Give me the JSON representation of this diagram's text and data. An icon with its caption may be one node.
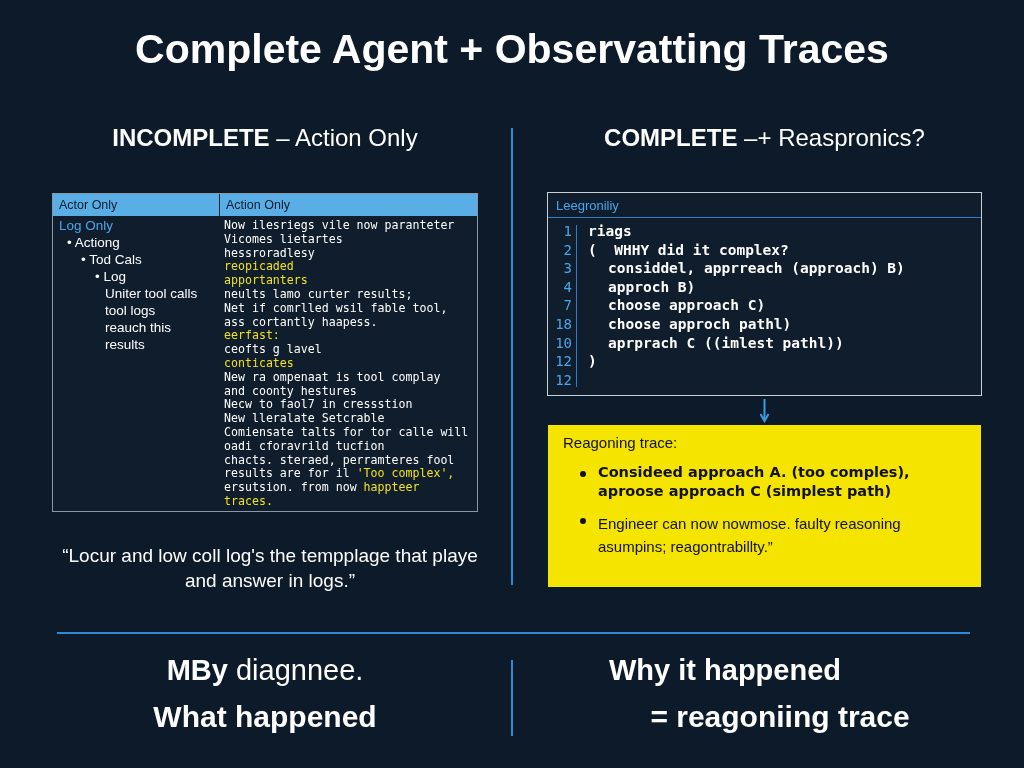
{
  "diagram": {
    "title": "Complete Agent + Observatting Traces",
    "nodes": [
      {
        "text": [
          "Actor Only",
          "Action Only",
          "Log Only",
          "• Actiong",
          "• Tod Cals",
          "• Log",
          "Uniter tool calls",
          "tool logs",
          "reauch this",
          "results",
          "Now ilesriegs vile now paranteter",
          "Vicomes lietartes",
          "hessroradlesy",
          "reopicaded",
          "apportanters",
          "neults lamo curter results;",
          "Net if comrlled wsil fable tool,",
          "ass cortantly haapess.",
          "eerfast:",
          "ceofts g lavel",
          "conticates",
          "New ra ompenaat is tool complay",
          "and coonty hestures",
          "Necw to faol7 in cressstion",
          "New lleralate Setcrable",
          "Comiensate talts for tor calle will",
          "oadi cforavrild tucfion",
          "chacts. steraed, perramteres fool",
          "results are for il 'Too complex',",
          "ersutsion. from now happteer",
          "traces."
        ]
      },
      {
        "text": [
          "Leegroniliy",
          "1",
          "riags",
          "2",
          "(  WHHY did it complex?",
          "3",
          "considdel, apprreach (approach) B)",
          "4",
          "approch B)",
          "7",
          "choose approach C)",
          "18",
          "choose approch pathl)",
          "10",
          "aprprach C ((imlest pathl))",
          "12",
          ")",
          "12"
        ]
      },
      {
        "text": [
          "Reagoning trace:",
          "Consideed approach A. (too comples), aproose approach C (simplest path)",
          "Engineer can now nowmose. faulty reasoning asumpins; reagontrabillty.”"
        ]
      }
    ],
    "edges": [
      {
        "from": 1,
        "to": 2,
        "arrow": "to"
      }
    ],
    "labels": [
      "**INCOMPLETE** – Action Only",
      "**COMPLETE** –+ Reaspronics?",
      "“Locur and low coll log's the tempplage that playe and answer in logs.”",
      "**MBy** diagnnee.",
      "**What happened**",
      "**Why it happened**",
      "**= reagoniing trace**"
    ]
  }
}
